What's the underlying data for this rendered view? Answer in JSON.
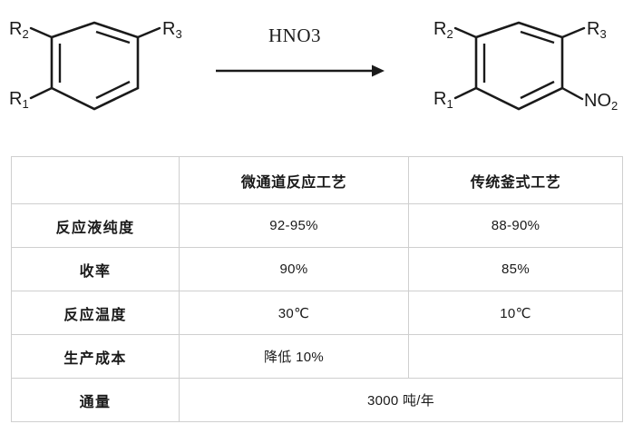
{
  "reaction": {
    "reagent": "HNO3",
    "arrow": "reaction-arrow-right",
    "reactant": {
      "name": "substituted-benzene",
      "substituents": [
        {
          "id": "r2",
          "text": "R",
          "sub": "2",
          "position": "top-left"
        },
        {
          "id": "r3",
          "text": "R",
          "sub": "3",
          "position": "top-right"
        },
        {
          "id": "r1",
          "text": "R",
          "sub": "1",
          "position": "bottom-left"
        }
      ]
    },
    "product": {
      "name": "nitrated-substituted-benzene",
      "substituents": [
        {
          "id": "r2",
          "text": "R",
          "sub": "2",
          "position": "top-left"
        },
        {
          "id": "r3",
          "text": "R",
          "sub": "3",
          "position": "top-right"
        },
        {
          "id": "r1",
          "text": "R",
          "sub": "1",
          "position": "bottom-left"
        },
        {
          "id": "no2",
          "text": "NO",
          "sub": "2",
          "position": "bottom-right"
        }
      ]
    }
  },
  "table": {
    "headers": {
      "label": "",
      "col_a": "微通道反应工艺",
      "col_b": "传统釜式工艺"
    },
    "rows": [
      {
        "label": "反应液纯度",
        "col_a": "92-95%",
        "col_b": "88-90%",
        "merged": false
      },
      {
        "label": "收率",
        "col_a": "90%",
        "col_b": "85%",
        "merged": false
      },
      {
        "label": "反应温度",
        "col_a": "30℃",
        "col_b": "10℃",
        "merged": false
      },
      {
        "label": "生产成本",
        "col_a": "降低 10%",
        "col_b": "",
        "merged": false
      },
      {
        "label": "通量",
        "col_a": "3000 吨/年",
        "col_b": "",
        "merged": true
      }
    ]
  },
  "colors": {
    "ink": "#1a1a1a",
    "border": "#cfcfcf",
    "background": "#ffffff"
  }
}
